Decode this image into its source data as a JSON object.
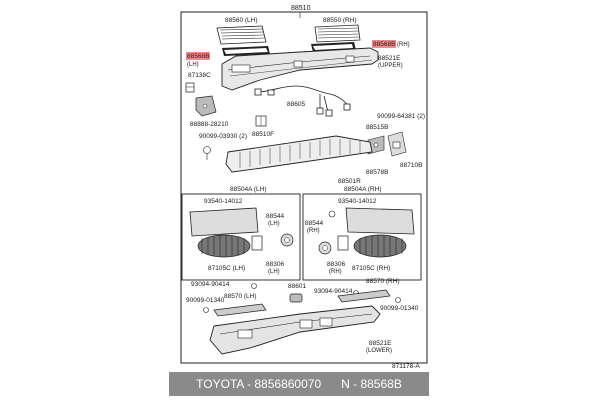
{
  "diagram": {
    "labels": {
      "top": "88510",
      "l88560": "88560 (LH)",
      "l88550": "88550 (RH)",
      "l88568b_lh": "88568B",
      "l88568b_lh_side": "(LH)",
      "l88568b_rh": "88568B",
      "l88568b_rh_side": "(RH)",
      "l88521e": "88521E",
      "l88521e_sub": "(UPPER)",
      "l87138c": "87138C",
      "l88605": "88605",
      "l88888": "88888-28210",
      "l90099a": "90099-03930 (2)",
      "l88510f": "88510F",
      "l90099b": "90099-64381 (2)",
      "l88515b": "88515B",
      "l88710b": "88710B",
      "l88578b": "88578B",
      "l88501r": "88501R",
      "l88504a_lh": "88504A (LH)",
      "l88504a_rh": "88504A (RH)",
      "l93540_lh": "93540-14012",
      "l93540_rh": "93540-14012",
      "l88544_lh": "88544",
      "l88544_lh_side": "(LH)",
      "l88544_rh": "88544",
      "l88544_rh_side": "(RH)",
      "l87105c_lh": "87105C (LH)",
      "l87105c_rh": "87105C (RH)",
      "l88306_lh": "88306",
      "l88306_lh_side": "(LH)",
      "l88306_rh": "88306",
      "l88306_rh_side": "(RH)",
      "l93094_lh": "93094-90414",
      "l93094_rh": "93094-90414",
      "l88601": "88601",
      "l88570_lh": "88570 (LH)",
      "l88570_rh": "88570 (RH)",
      "l90099_lh": "90099-01340",
      "l90099_rh": "90099-01340",
      "l88521e_lower": "88521E",
      "l88521e_lower_sub": "(LOWER)",
      "ref": "871178-A"
    },
    "highlight_color": "#f08a8a"
  },
  "caption": {
    "text": "TOYOTA - 8856860070      N - 88568B"
  }
}
